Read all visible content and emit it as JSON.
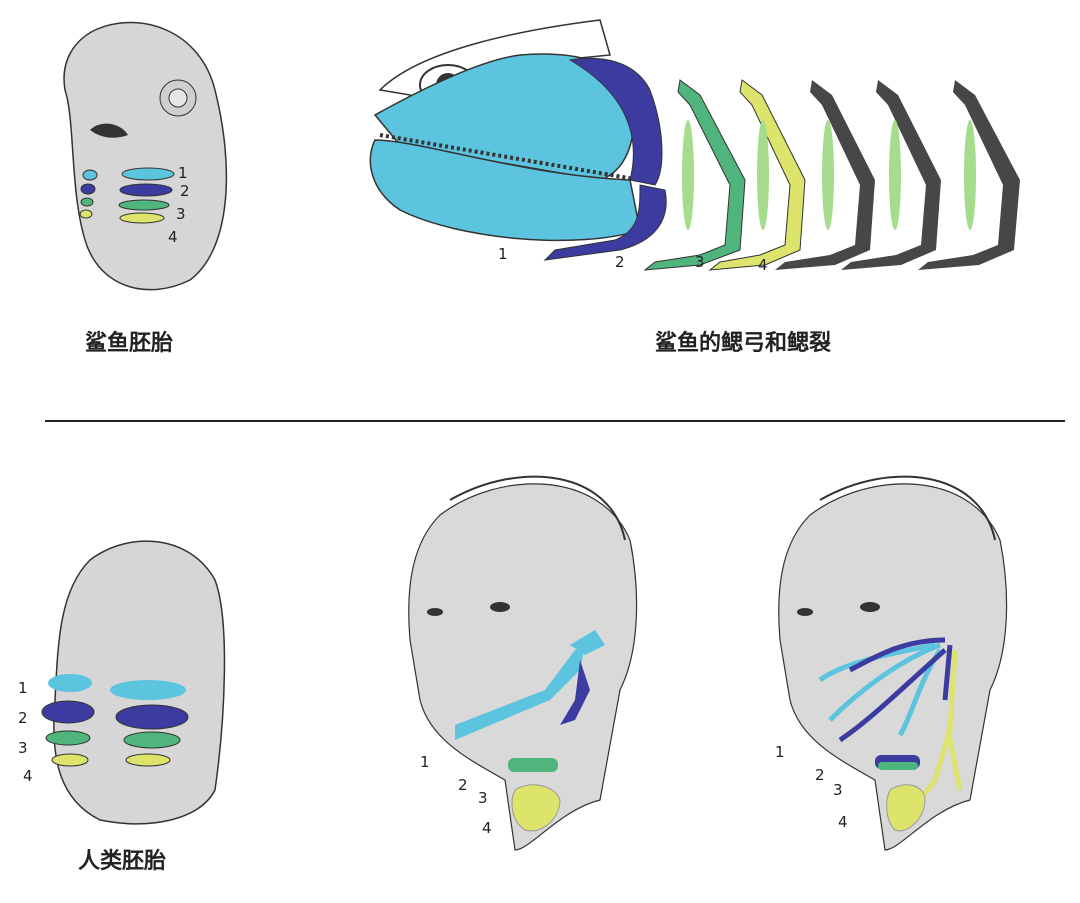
{
  "captions": {
    "shark_embryo": "鲨鱼胚胎",
    "shark_arches": "鲨鱼的鳃弓和鳃裂",
    "human_embryo": "人类胚胎"
  },
  "arch_labels": [
    "1",
    "2",
    "3",
    "4"
  ],
  "colors": {
    "arch1": "#5cc4de",
    "arch2": "#3b3ba0",
    "arch3": "#4fb57c",
    "arch4": "#dce46c",
    "other_arches": "#474747",
    "gill_slit": "#a6dc8e",
    "skin": "#d9d9d9"
  }
}
